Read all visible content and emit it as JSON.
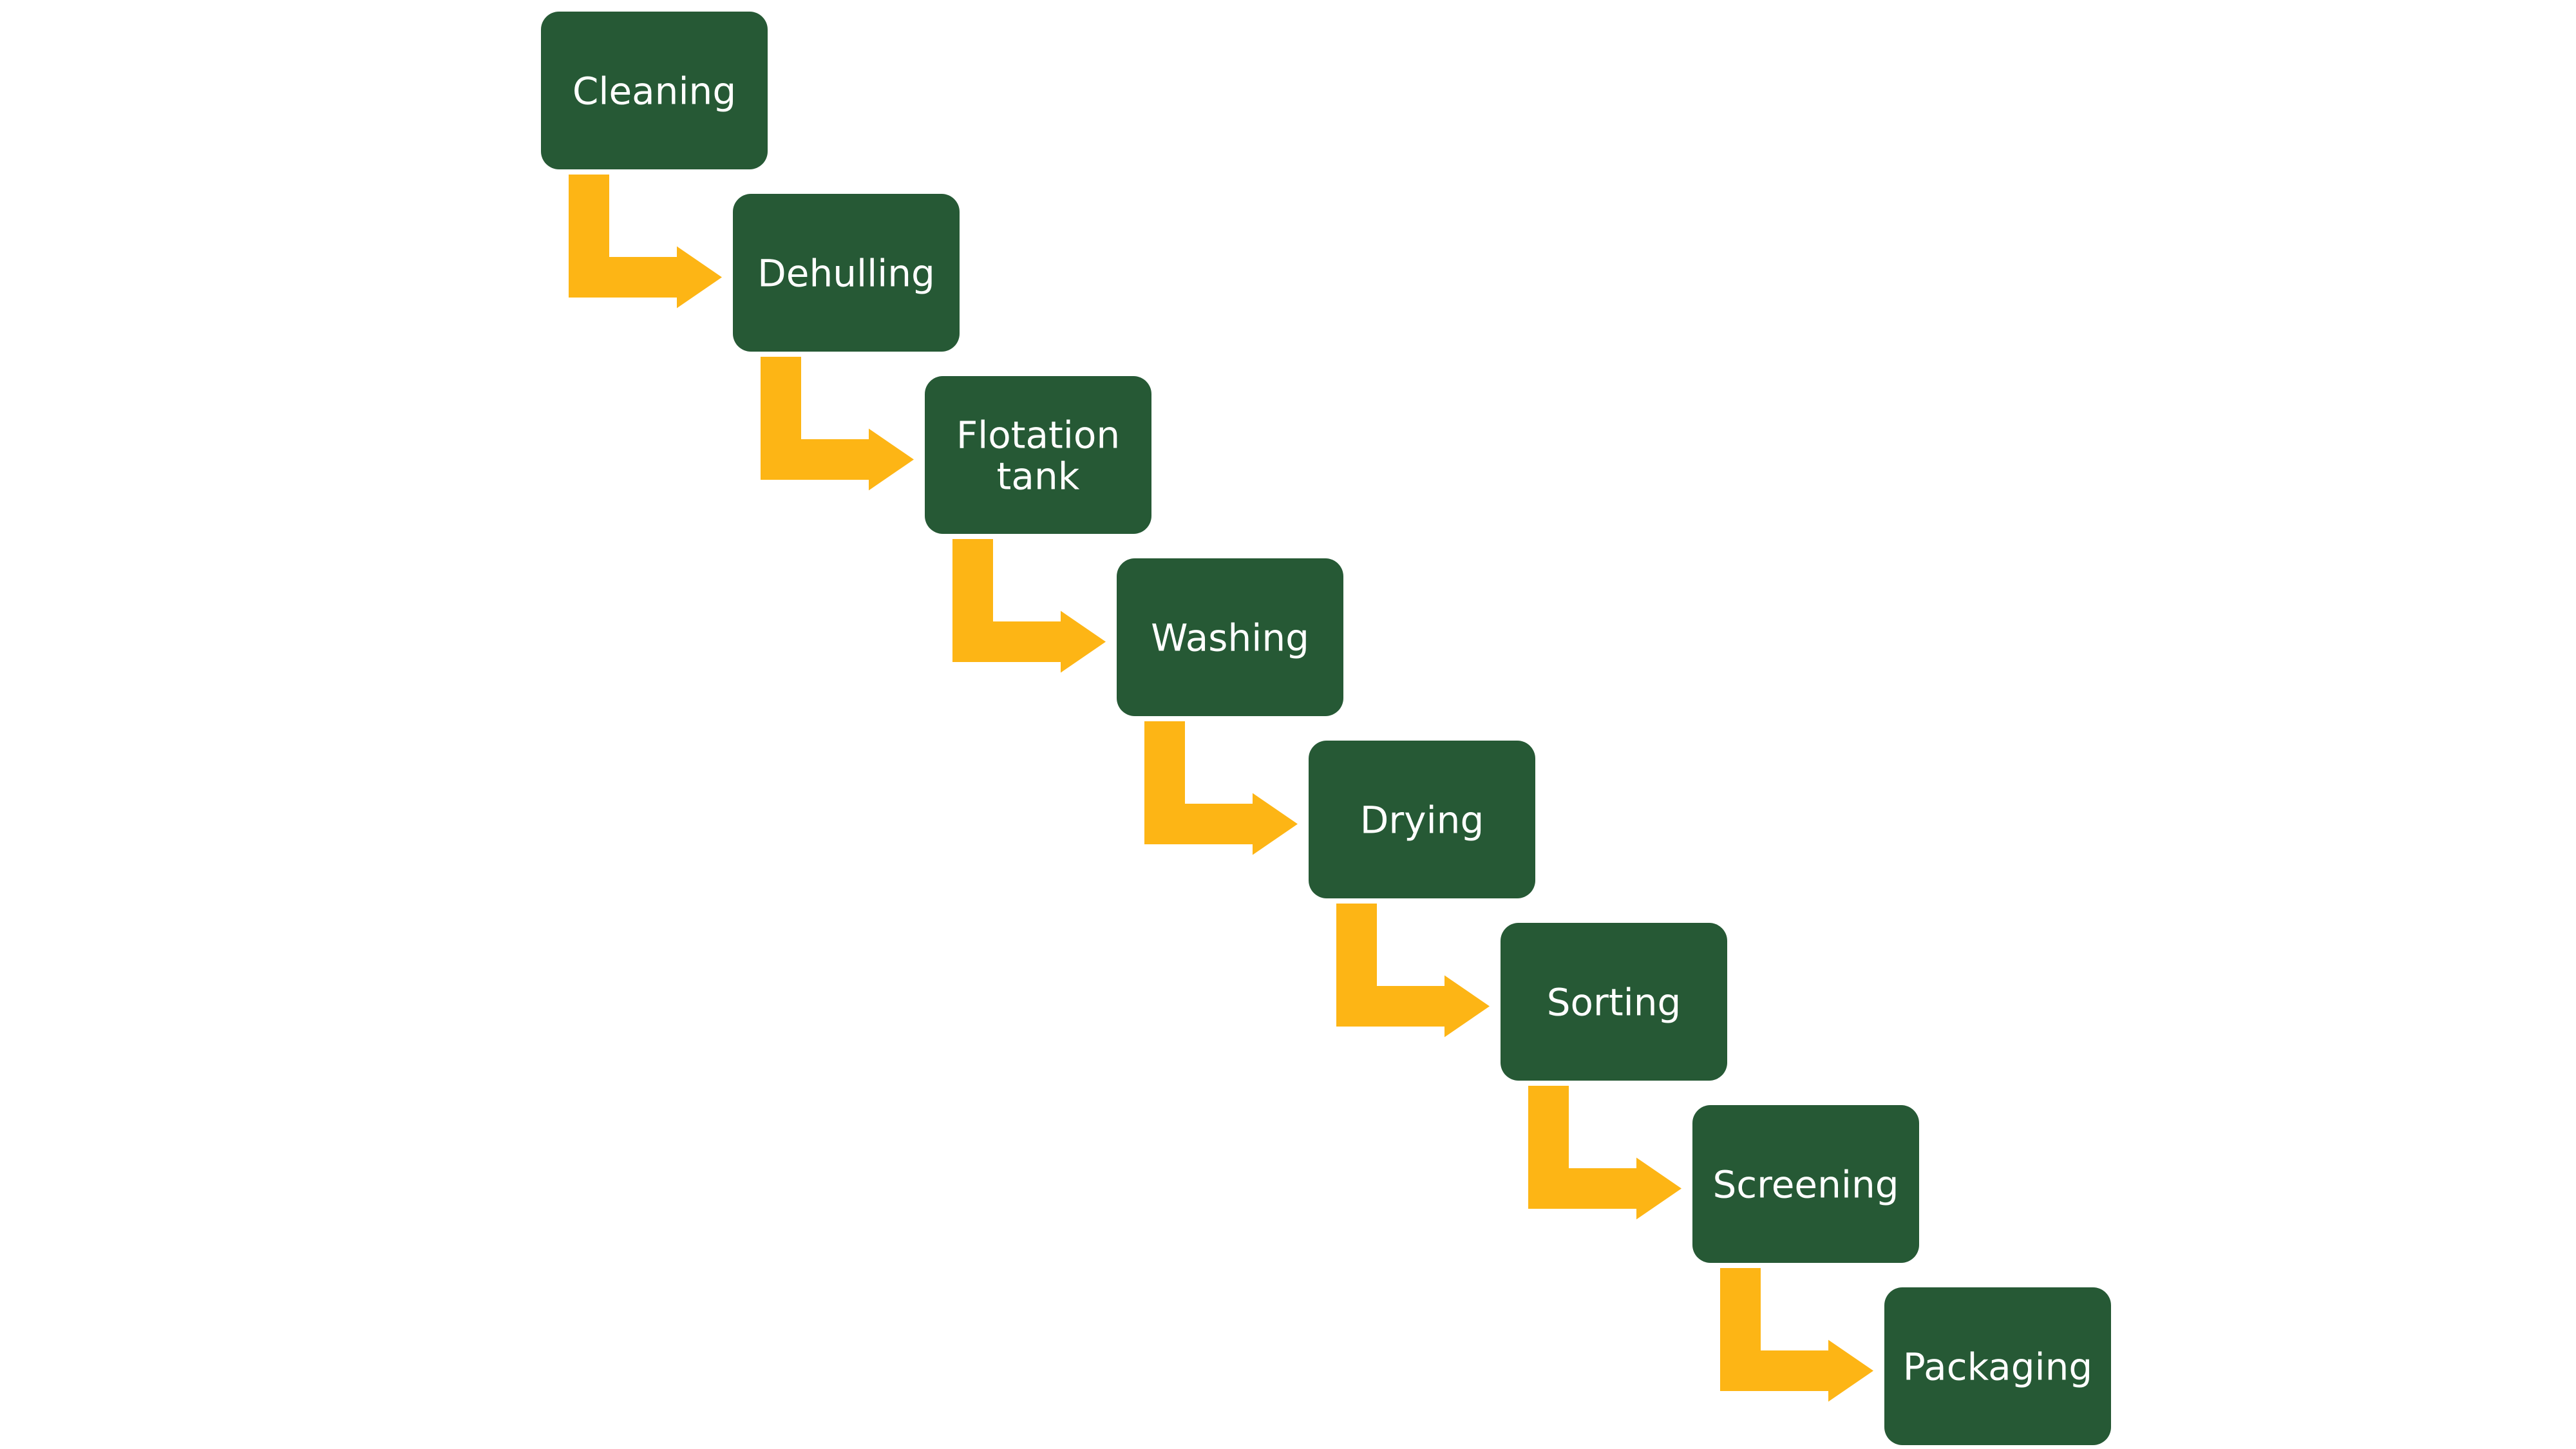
{
  "colors": {
    "box_fill": "#265935",
    "box_text": "#ffffff",
    "arrow_fill": "#fdb515",
    "background": "#ffffff"
  },
  "steps": [
    {
      "label": "Cleaning",
      "lines": [
        "Cleaning"
      ]
    },
    {
      "label": "Dehulling",
      "lines": [
        "Dehulling"
      ]
    },
    {
      "label": "Flotation tank",
      "lines": [
        "Flotation",
        "tank"
      ]
    },
    {
      "label": "Washing",
      "lines": [
        "Washing"
      ]
    },
    {
      "label": "Drying",
      "lines": [
        "Drying"
      ]
    },
    {
      "label": "Sorting",
      "lines": [
        "Sorting"
      ]
    },
    {
      "label": "Screening",
      "lines": [
        "Screening"
      ]
    },
    {
      "label": "Packaging",
      "lines": [
        "Packaging"
      ]
    }
  ]
}
